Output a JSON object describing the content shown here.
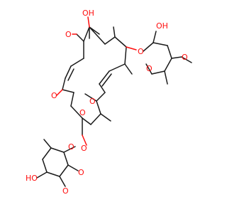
{
  "colors": {
    "carbon": "#1a1a1a",
    "oxygen": "#ff0d0d",
    "background": "#ffffff"
  },
  "labels": {
    "oh_top": "OH",
    "o_ketone": "O",
    "oh_sugar_right": "OH",
    "o_sugar_right_link": "O",
    "o_sugar_right_ring": "O",
    "o_methoxy_right": "O",
    "o_lactone_carbonyl": "O",
    "o_lactone_ring": "O",
    "o_epoxide": "O",
    "o_sugar_left_link": "O",
    "o_sugar_left_ring": "O",
    "o_methoxy_left_a": "O",
    "o_methoxy_left_b": "O",
    "ho_sugar_left": "HO"
  }
}
